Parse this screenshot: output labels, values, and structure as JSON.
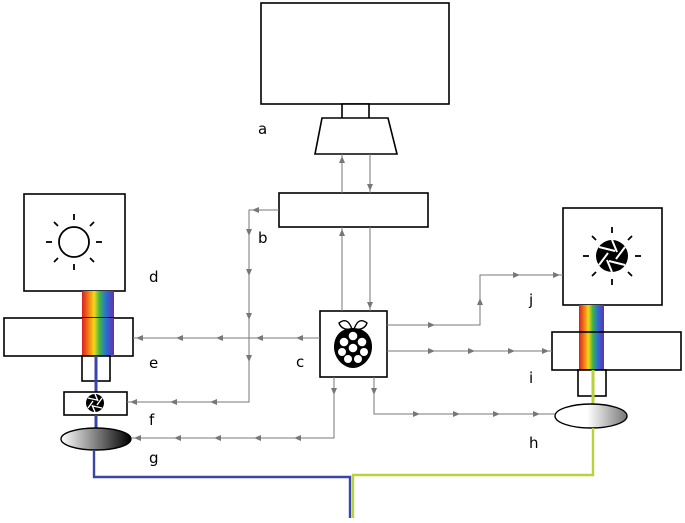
{
  "labels": {
    "a": "a",
    "b": "b",
    "c": "c",
    "d": "d",
    "e": "e",
    "f": "f",
    "g": "g",
    "h": "h",
    "i": "i",
    "j": "j"
  },
  "colors": {
    "fiber_left": "#3a45a8",
    "fiber_right": "#b7d23a",
    "wire": "#777777"
  },
  "icons": [
    "sun-icon",
    "shutter-icon",
    "raspberry-pi-icon"
  ]
}
